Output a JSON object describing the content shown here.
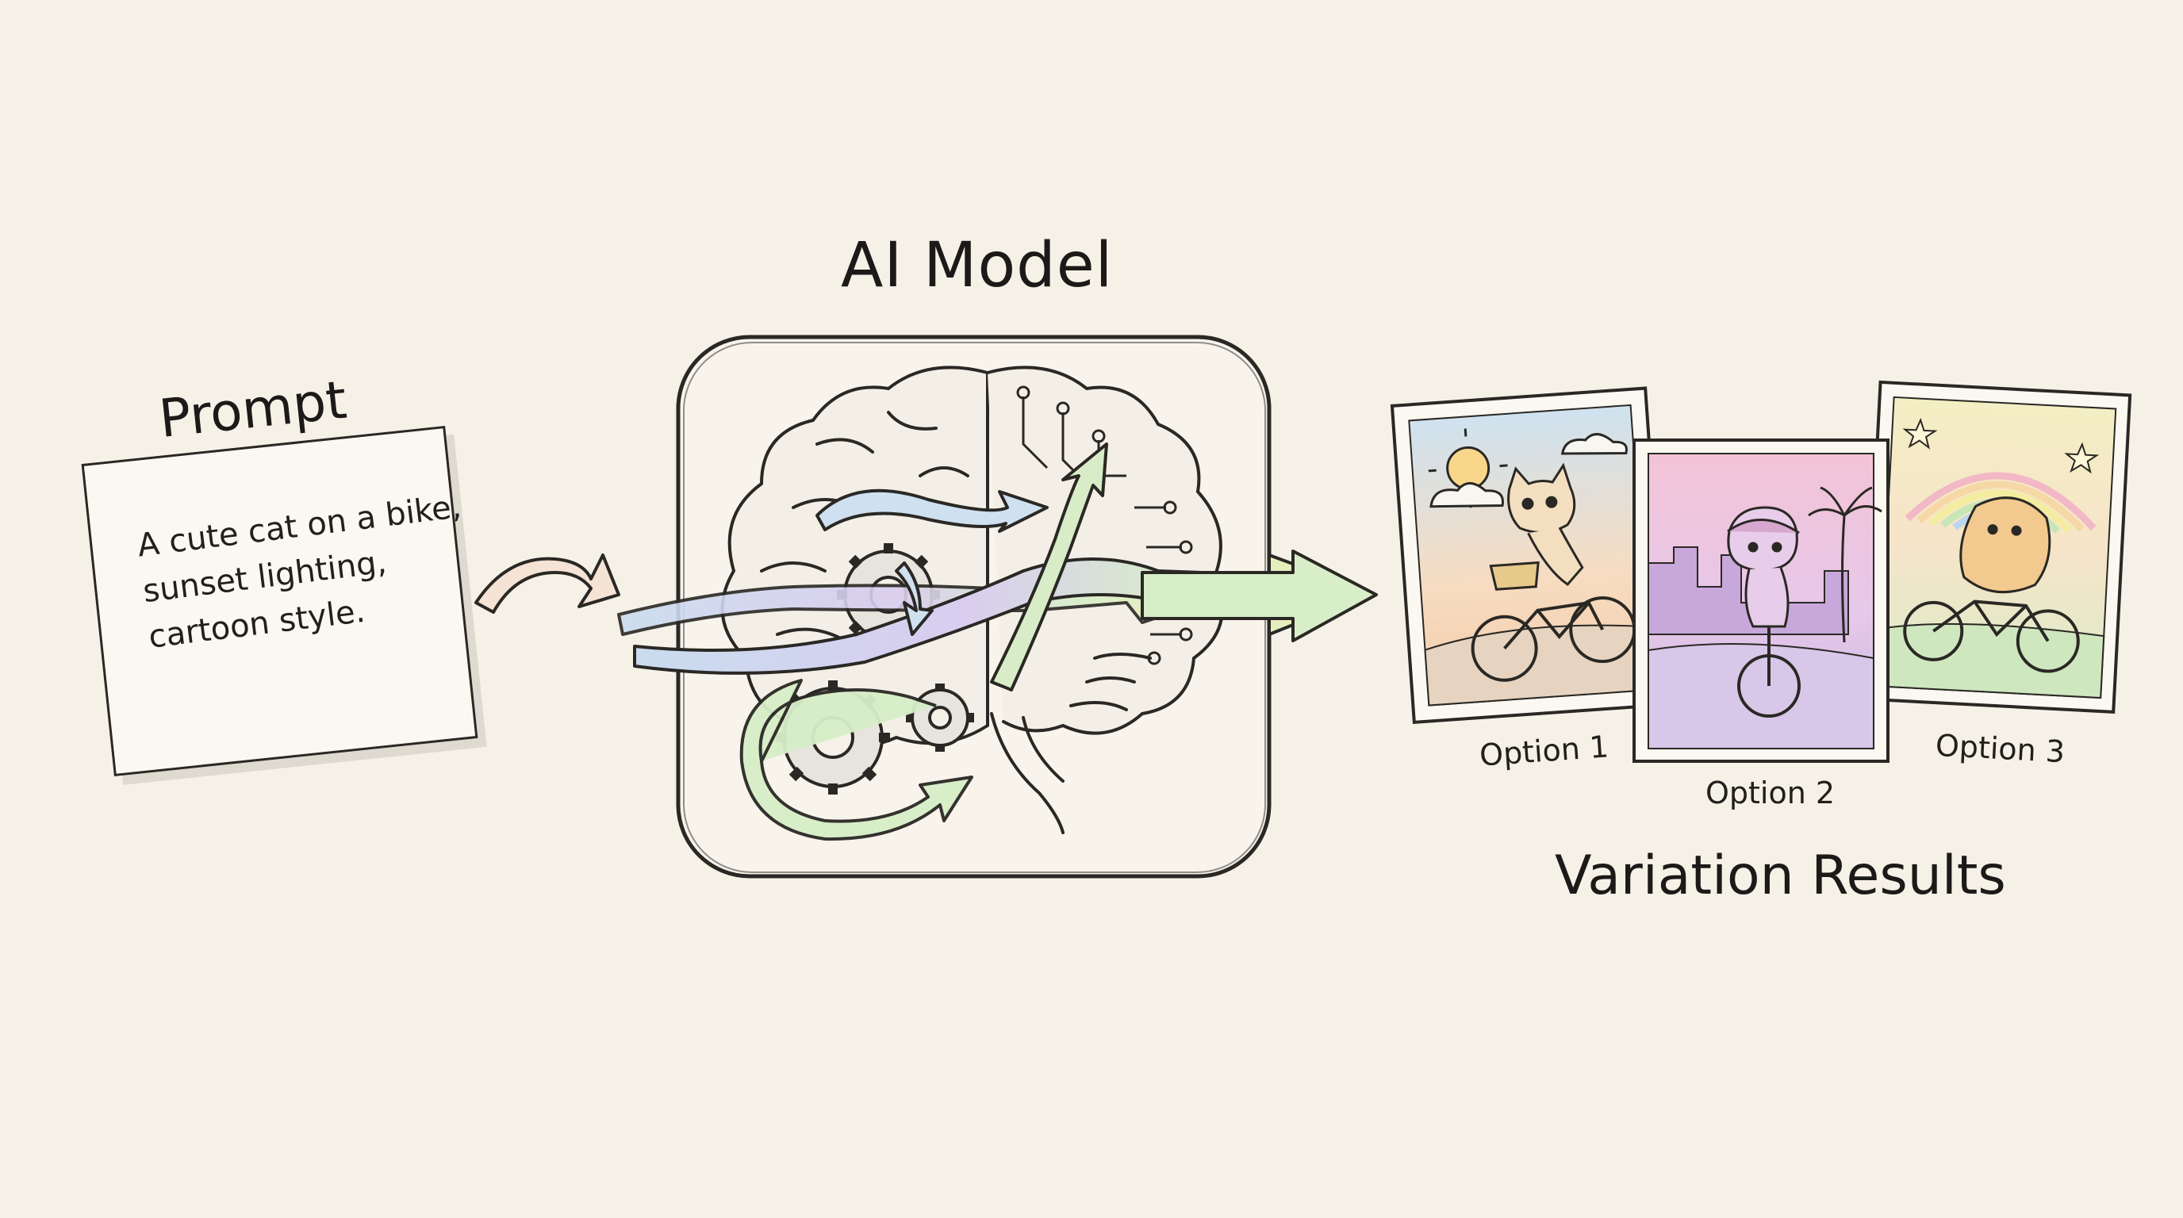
{
  "prompt": {
    "title": "Prompt",
    "lines": [
      "A cute cat on a bike,",
      "sunset lighting,",
      "cartoon style."
    ]
  },
  "model": {
    "title": "AI Model"
  },
  "results": {
    "title": "Variation Results",
    "options": [
      "Option 1",
      "Option 2",
      "Option 3"
    ]
  },
  "colors": {
    "ink": "#2a2824",
    "paper": "#f6f1e7",
    "flow_blue": "#c9dcef",
    "flow_green": "#d7eec8",
    "flow_yellow": "#f3ecb3",
    "flow_pink": "#f1c9dc",
    "flow_lavender": "#d9cdef"
  },
  "icons": [
    "brain-icon",
    "gear-icon",
    "circuit-icon",
    "sun-icon",
    "cloud-icon",
    "rainbow-icon",
    "palm-tree-icon",
    "cat-icon",
    "bicycle-icon"
  ]
}
